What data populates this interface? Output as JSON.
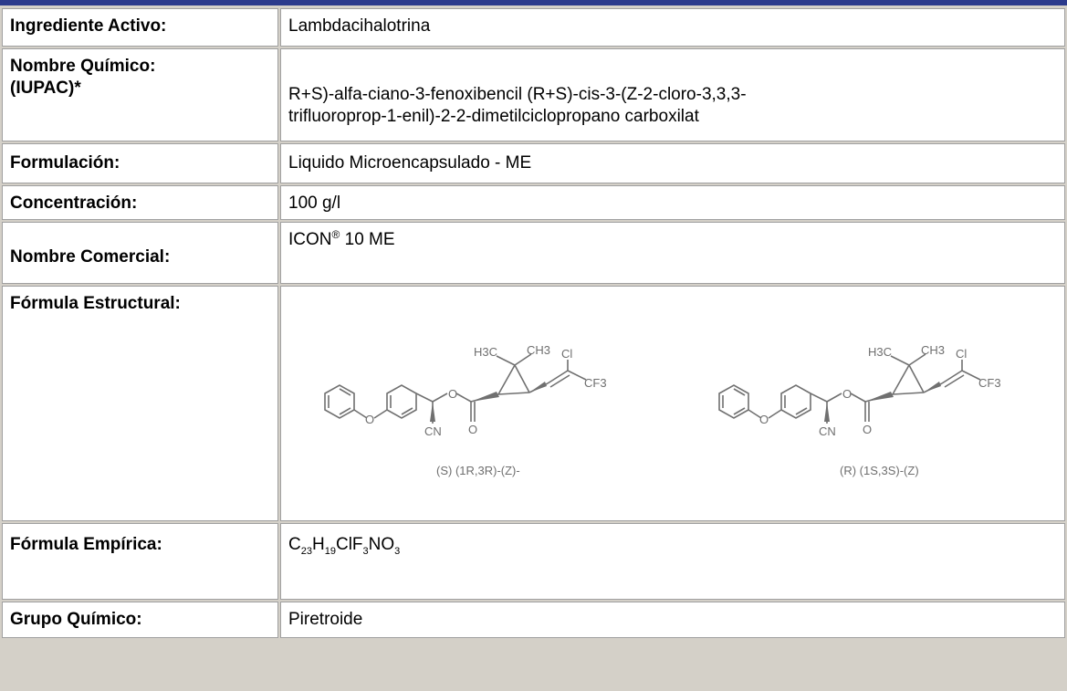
{
  "rows": {
    "ingrediente": {
      "label": "Ingrediente Activo:",
      "value": "Lambdacihalotrina"
    },
    "nombre_quimico": {
      "label_line1": "Nombre Químico:",
      "label_line2": "(IUPAC)*",
      "value_line1": "R+S)-alfa-ciano-3-fenoxibencil (R+S)-cis-3-(Z-2-cloro-3,3,3-",
      "value_line2": "trifluoroprop-1-enil)-2-2-dimetilciclopropano carboxilat"
    },
    "formulacion": {
      "label": "Formulación:",
      "value": "Liquido Microencapsulado - ME"
    },
    "concentracion": {
      "label": "Concentración:",
      "value": "100 g/l"
    },
    "nombre_comercial": {
      "label": "Nombre Comercial:",
      "value_brand": "ICON",
      "value_reg": "®",
      "value_rest": " 10 ME"
    },
    "formula_estructural": {
      "label": "Fórmula Estructural:",
      "left_caption": "(S) (1R,3R)-(Z)-",
      "right_caption": "(R) (1S,3S)-(Z)",
      "atom_labels": {
        "h3c": "H3C",
        "ch3": "CH3",
        "cl": "Cl",
        "cf3": "CF3",
        "cn": "CN",
        "o": "O"
      }
    },
    "formula_empirica": {
      "label": "Fórmula Empírica:",
      "parts": {
        "c": "C",
        "c_n": "23",
        "h": "H",
        "h_n": "19",
        "clf": "ClF",
        "f_n": "3",
        "no": "NO",
        "o_n": "3"
      }
    },
    "grupo_quimico": {
      "label": "Grupo Químico:",
      "value": "Piretroide"
    }
  }
}
